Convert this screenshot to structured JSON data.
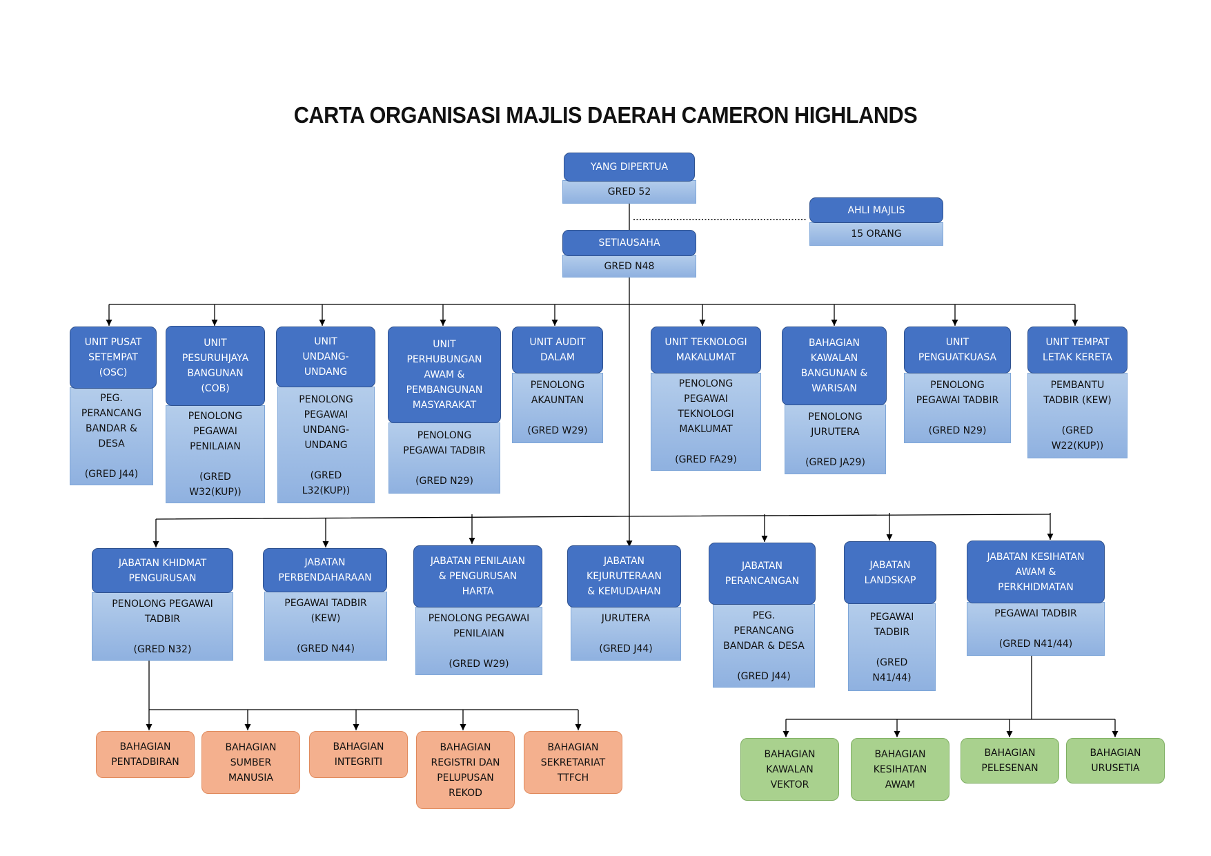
{
  "title": "CARTA ORGANISASI MAJLIS DAERAH CAMERON HIGHLANDS",
  "colors": {
    "head": "#4472c4",
    "sub": "#a6c3e6",
    "orange": "#f4b08e",
    "green": "#a9d18e",
    "line": "#000000"
  },
  "top": {
    "yang_dipertua": {
      "title": "YANG DIPERTUA",
      "grade": "GRED 52"
    },
    "ahli_majlis": {
      "title": "AHLI MAJLIS",
      "count": "15 ORANG"
    },
    "setiausaha": {
      "title": "SETIAUSAHA",
      "grade": "GRED N48"
    }
  },
  "units": [
    {
      "title": "UNIT PUSAT\nSETEMPAT\n(OSC)",
      "officer": "PEG.\nPERANCANG\nBANDAR &\nDESA\n\n(GRED J44)"
    },
    {
      "title": "UNIT\nPESURUHJAYA\nBANGUNAN\n(COB)",
      "officer": "PENOLONG\nPEGAWAI\nPENILAIAN\n\n(GRED\nW32(KUP))"
    },
    {
      "title": "UNIT\nUNDANG-\nUNDANG",
      "officer": "PENOLONG\nPEGAWAI\nUNDANG-\nUNDANG\n\n(GRED\nL32(KUP))"
    },
    {
      "title": "UNIT\nPERHUBUNGAN\nAWAM &\nPEMBANGUNAN\nMASYARAKAT",
      "officer": "PENOLONG\nPEGAWAI TADBIR\n\n(GRED N29)"
    },
    {
      "title": "UNIT AUDIT\nDALAM",
      "officer": "PENOLONG\nAKAUNTAN\n\n(GRED W29)"
    },
    {
      "title": "UNIT TEKNOLOGI\nMAKALUMAT",
      "officer": "PENOLONG\nPEGAWAI\nTEKNOLOGI\nMAKLUMAT\n\n(GRED FA29)"
    },
    {
      "title": "BAHAGIAN\nKAWALAN\nBANGUNAN &\nWARISAN",
      "officer": "PENOLONG\nJURUTERA\n\n(GRED JA29)"
    },
    {
      "title": "UNIT\nPENGUATKUASA",
      "officer": "PENOLONG\nPEGAWAI TADBIR\n\n(GRED N29)"
    },
    {
      "title": "UNIT TEMPAT\nLETAK KERETA",
      "officer": "PEMBANTU\nTADBIR (KEW)\n\n(GRED\nW22(KUP))"
    }
  ],
  "departments": [
    {
      "title": "JABATAN KHIDMAT\nPENGURUSAN",
      "officer": "PENOLONG PEGAWAI\nTADBIR\n\n(GRED N32)"
    },
    {
      "title": "JABATAN\nPERBENDAHARAAN",
      "officer": "PEGAWAI TADBIR\n(KEW)\n\n(GRED N44)"
    },
    {
      "title": "JABATAN PENILAIAN\n& PENGURUSAN\nHARTA",
      "officer": "PENOLONG PEGAWAI\nPENILAIAN\n\n(GRED W29)"
    },
    {
      "title": "JABATAN\nKEJURUTERAAN\n& KEMUDAHAN",
      "officer": "JURUTERA\n\n(GRED J44)"
    },
    {
      "title": "JABATAN\nPERANCANGAN",
      "officer": "PEG.\nPERANCANG\nBANDAR & DESA\n\n(GRED J44)"
    },
    {
      "title": "JABATAN\nLANDSKAP",
      "officer": "PEGAWAI\nTADBIR\n\n(GRED\nN41/44)"
    },
    {
      "title": "JABATAN KESIHATAN\nAWAM &\nPERKHIDMATAN",
      "officer": "PEGAWAI TADBIR\n\n(GRED N41/44)"
    }
  ],
  "khidmat_sections": [
    "BAHAGIAN\nPENTADBIRAN",
    "BAHAGIAN\nSUMBER\nMANUSIA",
    "BAHAGIAN\nINTEGRITI",
    "BAHAGIAN\nREGISTRI DAN\nPELUPUSAN\nREKOD",
    "BAHAGIAN\nSEKRETARIAT\nTTFCH"
  ],
  "kesihatan_sections": [
    "BAHAGIAN\nKAWALAN\nVEKTOR",
    "BAHAGIAN\nKESIHATAN\nAWAM",
    "BAHAGIAN\nPELESENAN",
    "BAHAGIAN\nURUSETIA"
  ]
}
